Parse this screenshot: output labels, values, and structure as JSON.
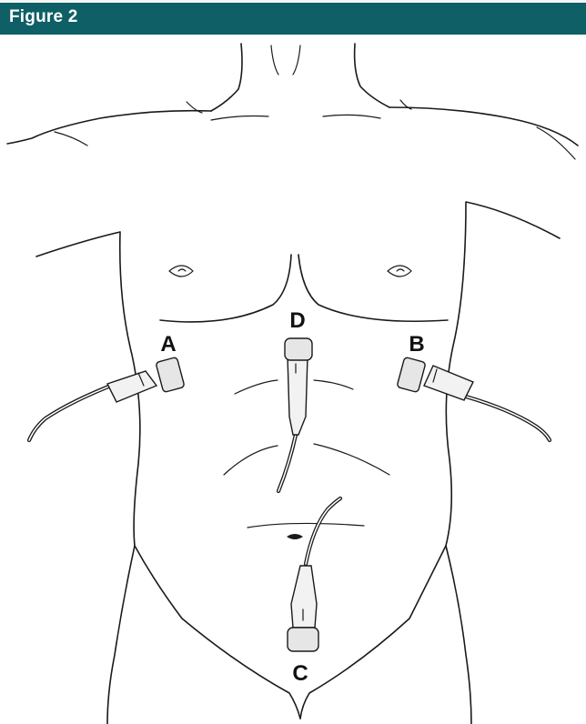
{
  "header": {
    "title": "Figure 2",
    "background": "#0e5f66"
  },
  "probe_labels": {
    "a": "A",
    "b": "B",
    "c": "C",
    "d": "D"
  }
}
